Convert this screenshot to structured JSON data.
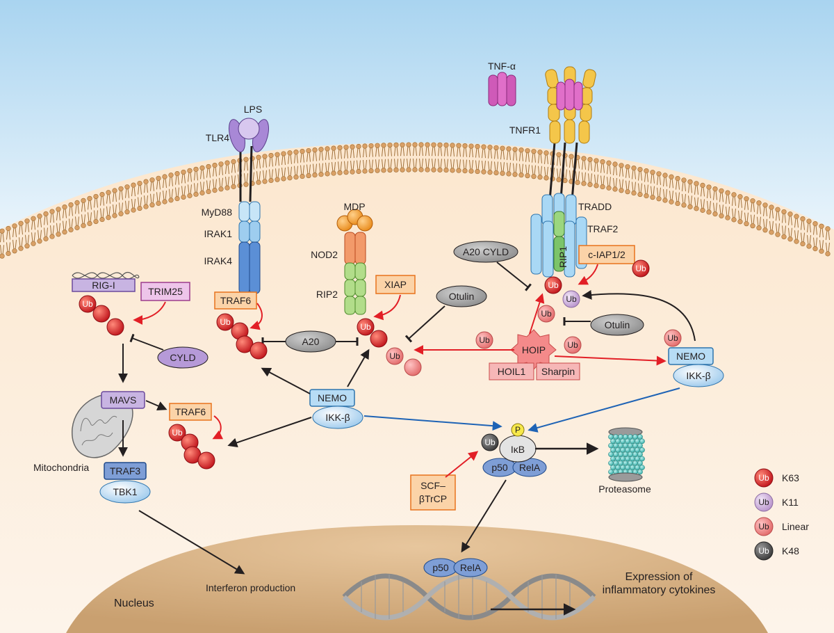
{
  "labels": {
    "tnf_alpha": "TNF-α",
    "lps": "LPS",
    "tlr4": "TLR4",
    "tnfr1": "TNFR1",
    "myd88": "MyD88",
    "irak1": "IRAK1",
    "irak4": "IRAK4",
    "mdp": "MDP",
    "nod2": "NOD2",
    "rip2": "RIP2",
    "tradd": "TRADD",
    "traf2": "TRAF2",
    "rip1": "RIP1",
    "c_iap": "c-IAP1/2",
    "a20_cyld": "A20 CYLD",
    "rig_i": "RIG-I",
    "trim25": "TRIM25",
    "traf6_top": "TRAF6",
    "xiap": "XIAP",
    "otulin_top": "Otulin",
    "otulin_right": "Otulin",
    "a20": "A20",
    "cyld": "CYLD",
    "hoip": "HOIP",
    "hoil1": "HOIL1",
    "sharpin": "Sharpin",
    "nemo_center": "NEMO",
    "ikkb_center": "IKK-β",
    "nemo_right": "NEMO",
    "ikkb_right": "IKK-β",
    "mavs": "MAVS",
    "traf6_bottom": "TRAF6",
    "mitochondria": "Mitochondria",
    "traf3": "TRAF3",
    "tbk1": "TBK1",
    "p": "P",
    "ikb": "IκB",
    "p50": "p50",
    "rela": "RelA",
    "scf_line1": "SCF–",
    "scf_line2": "βTrCP",
    "proteasome": "Proteasome",
    "p50_nuc": "p50",
    "rela_nuc": "RelA",
    "expression_line1": "Expression of",
    "expression_line2": "inflammatory cytokines",
    "interferon": "Interferon production",
    "nucleus": "Nucleus"
  },
  "ub": "Ub",
  "legend": [
    {
      "label": "K63",
      "color": "#d8262b"
    },
    {
      "label": "K11",
      "color": "#c9a8d8"
    },
    {
      "label": "Linear",
      "color": "#f07b7b"
    },
    {
      "label": "K48",
      "color": "#555555"
    }
  ]
}
